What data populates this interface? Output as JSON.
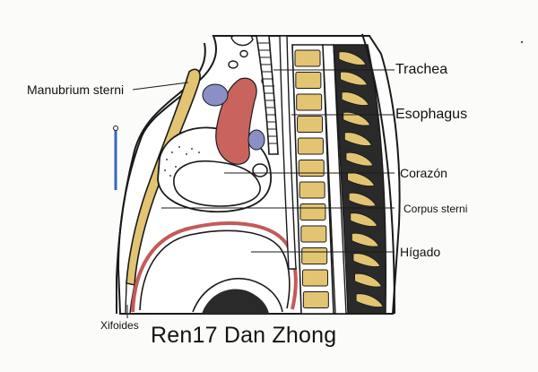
{
  "labels": {
    "manubrium": "Manubrium sterni",
    "trachea": "Trachea",
    "esophagus": "Esophagus",
    "corazon": "Corazón",
    "corpus": "Corpus sterni",
    "higado": "Hígado",
    "xifoides": "Xifoides"
  },
  "caption": "Ren17 Dan Zhong",
  "colors": {
    "bone": "#e3c472",
    "artery": "#c9635e",
    "vein": "#8b8fc6",
    "liver_outline": "#c45a5a",
    "needle": "#3a66b8",
    "ink": "#1a1a1a"
  }
}
